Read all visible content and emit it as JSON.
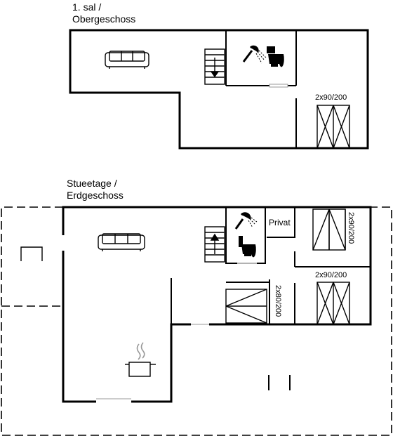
{
  "upper_floor": {
    "title_line1": "1. sal /",
    "title_line2": "Obergeschoss",
    "bed_label": "2x90/200"
  },
  "ground_floor": {
    "title_line1": "Stueetage /",
    "title_line2": "Erdgeschoss",
    "private_label": "Privat",
    "bed_right_label": "2x90/200",
    "bed_middle_label": "2x90/200",
    "bed_left_label": "2x80/200"
  },
  "icons": [
    "sofa-icon",
    "shower-icon",
    "toilet-icon",
    "stairs-down-icon",
    "stairs-up-icon",
    "cooking-pot-icon",
    "bed-icon"
  ]
}
